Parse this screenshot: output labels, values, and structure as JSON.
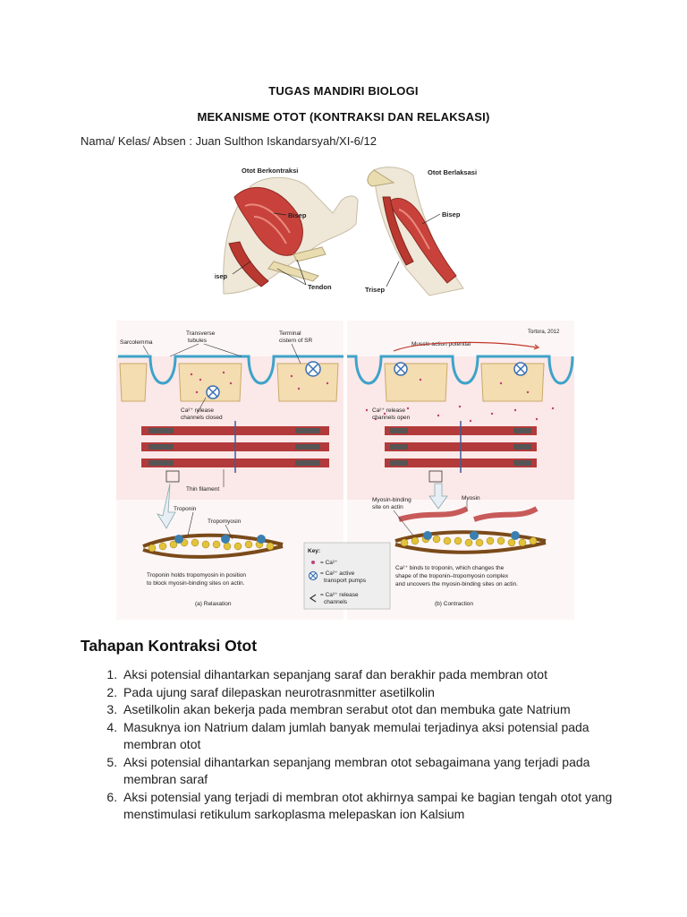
{
  "document": {
    "title_line1": "TUGAS MANDIRI BIOLOGI",
    "title_line2": "MEKANISME OTOT (KONTRAKSI DAN RELAKSASI)",
    "identity": "Nama/ Kelas/ Absen : Juan Sulthon Iskandarsyah/XI-6/12"
  },
  "figure_arms": {
    "left_title": "Otot Berkontraksi",
    "right_title": "Otot Berlaksasi",
    "labels": {
      "bisep": "Bisep",
      "trisep": "Trisep",
      "tendon": "Tendon"
    },
    "colors": {
      "muscle": "#c8423b",
      "skin": "#efe7d7",
      "bone": "#e9ddb0"
    }
  },
  "figure_sarcomere": {
    "source": "Tortora, 2012",
    "labels": {
      "sarcolemma": "Sarcolemma",
      "transverse_tubules_1": "Transverse",
      "transverse_tubules_2": "tubules",
      "terminal_cistern_1": "Terminal",
      "terminal_cistern_2": "cistern of SR",
      "muscle_action_potential": "Muscle action potential",
      "ca_closed_1": "Ca²⁺ release",
      "ca_closed_2": "channels closed",
      "ca_open_1": "Ca²⁺ release",
      "ca_open_2": "channels open",
      "thin_filament": "Thin filament",
      "troponin": "Troponin",
      "tropomyosin": "Tropomyosin",
      "myosin_binding_1": "Myosin-binding",
      "myosin_binding_2": "site on actin",
      "myosin": "Myosin",
      "relax_caption_1": "Troponin holds tropomyosin in position",
      "relax_caption_2": "to block myosin-binding sites on actin.",
      "contract_caption_1": "Ca²⁺ binds to troponin, which changes the",
      "contract_caption_2": "shape of the troponin–tropomyosin complex",
      "contract_caption_3": "and uncovers the myosin-binding sites on actin.",
      "panel_a": "(a) Relaxation",
      "panel_b": "(b) Contraction",
      "key_title": "Key:",
      "key_ca": "= Ca²⁺",
      "key_pump_1": "= Ca²⁺ active",
      "key_pump_2": "transport pumps",
      "key_release_1": "= Ca²⁺ release",
      "key_release_2": "channels"
    },
    "colors": {
      "membrane": "#3ea3c9",
      "cytoplasm": "#fbe8e8",
      "sr": "#f4ddb0",
      "filament": "#b33a3a"
    }
  },
  "section": {
    "heading": "Tahapan Kontraksi Otot",
    "steps": [
      "Aksi potensial dihantarkan sepanjang saraf dan berakhir pada membran otot",
      "Pada ujung saraf dilepaskan neurotrasnmitter asetilkolin",
      "Asetilkolin akan bekerja pada membran serabut otot dan membuka gate Natrium",
      "Masuknya ion Natrium dalam jumlah banyak memulai terjadinya aksi potensial pada membran otot",
      "Aksi potensial dihantarkan sepanjang membran otot sebagaimana yang terjadi pada membran saraf",
      "Aksi potensial yang terjadi di membran otot akhirnya sampai ke bagian tengah otot yang menstimulasi retikulum sarkoplasma melepaskan ion Kalsium"
    ]
  }
}
